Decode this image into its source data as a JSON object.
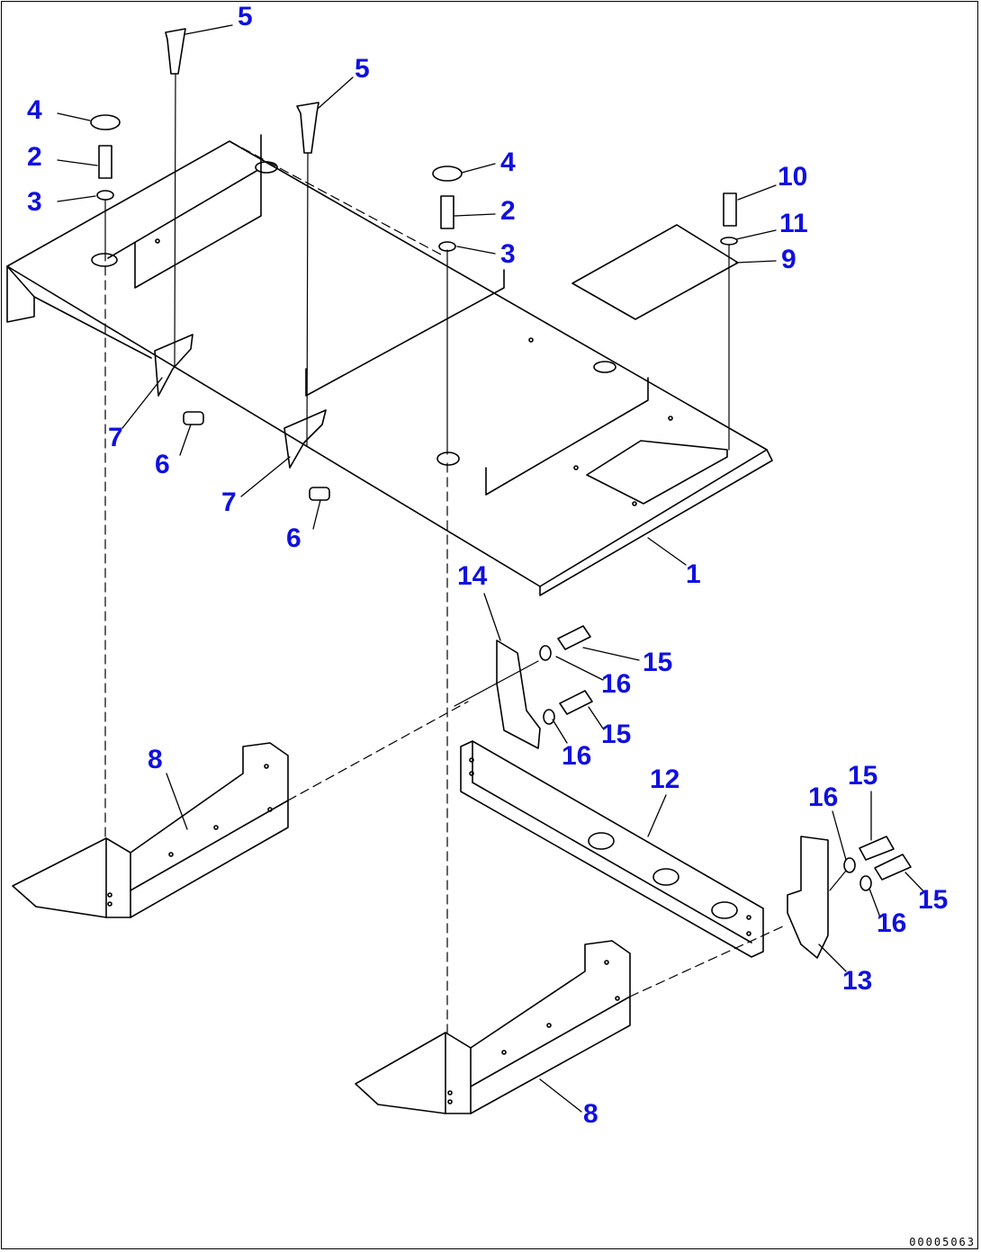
{
  "diagram": {
    "drawing_code": "00005063",
    "callouts": [
      {
        "id": "c5a",
        "label": "5"
      },
      {
        "id": "c5b",
        "label": "5"
      },
      {
        "id": "c4a",
        "label": "4"
      },
      {
        "id": "c2a",
        "label": "2"
      },
      {
        "id": "c3a",
        "label": "3"
      },
      {
        "id": "c4b",
        "label": "4"
      },
      {
        "id": "c2b",
        "label": "2"
      },
      {
        "id": "c3b",
        "label": "3"
      },
      {
        "id": "c10",
        "label": "10"
      },
      {
        "id": "c11",
        "label": "11"
      },
      {
        "id": "c9",
        "label": "9"
      },
      {
        "id": "c7a",
        "label": "7"
      },
      {
        "id": "c6a",
        "label": "6"
      },
      {
        "id": "c7b",
        "label": "7"
      },
      {
        "id": "c6b",
        "label": "6"
      },
      {
        "id": "c1",
        "label": "1"
      },
      {
        "id": "c14",
        "label": "14"
      },
      {
        "id": "c15a",
        "label": "15"
      },
      {
        "id": "c16a",
        "label": "16"
      },
      {
        "id": "c15b",
        "label": "15"
      },
      {
        "id": "c16b",
        "label": "16"
      },
      {
        "id": "c8a",
        "label": "8"
      },
      {
        "id": "c12",
        "label": "12"
      },
      {
        "id": "c16c",
        "label": "16"
      },
      {
        "id": "c15c",
        "label": "15"
      },
      {
        "id": "c15d",
        "label": "15"
      },
      {
        "id": "c16d",
        "label": "16"
      },
      {
        "id": "c13",
        "label": "13"
      },
      {
        "id": "c8b",
        "label": "8"
      }
    ],
    "label_color": "#1010e0",
    "line_color": "#000000"
  }
}
